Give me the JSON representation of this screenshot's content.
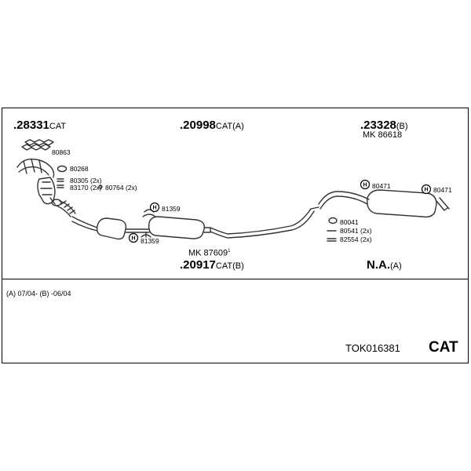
{
  "groups": {
    "g1": {
      "num": ".28331",
      "suffix": "CAT"
    },
    "g2": {
      "num": ".20998",
      "suffix": "CAT(A)"
    },
    "g3": {
      "num": ".23328",
      "suffix": "(B)"
    },
    "g4": {
      "num": ".20917",
      "suffix": "CAT(B)"
    },
    "g5": {
      "num": "N.A.",
      "suffix": "(A)"
    }
  },
  "kits": {
    "k1": "MK 86618",
    "k2": "MK 87609",
    "k2_sup": "1"
  },
  "parts": {
    "p80863": "80863",
    "p80268": "80268",
    "p80305": "80305 (2x)",
    "p83170": "83170 (2x)",
    "p80764": "80764 (2x)",
    "p81359a": "81359",
    "p81359b": "81359",
    "p80471a": "80471",
    "p80471b": "80471",
    "p80041": "80041",
    "p80541": "80541 (2x)",
    "p82554": "82554 (2x)"
  },
  "footnote": "(A) 07/04- (B) -06/04",
  "code": "TOK016381",
  "cat_label": "CAT"
}
